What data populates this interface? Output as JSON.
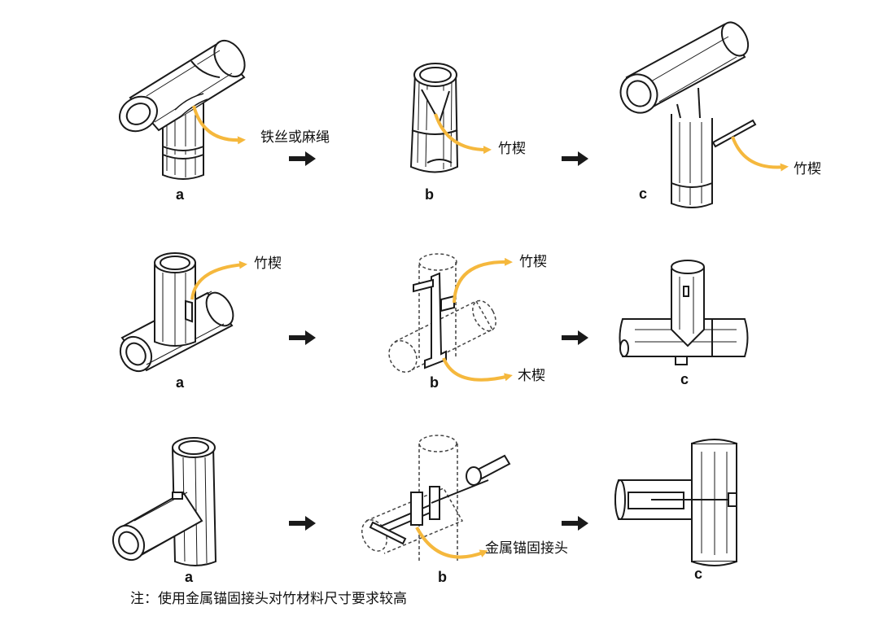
{
  "colors": {
    "line": "#1a1a1a",
    "accent": "#f5b83d",
    "arrow": "#1a1a1a",
    "dashed": "#444444"
  },
  "rows": [
    {
      "steps": [
        {
          "letter": "a",
          "callout": "铁丝或麻绳"
        },
        {
          "letter": "b",
          "callout": "竹楔"
        },
        {
          "letter": "c",
          "callout": "竹楔"
        }
      ]
    },
    {
      "steps": [
        {
          "letter": "a",
          "callout": "竹楔"
        },
        {
          "letter": "b",
          "callout": "竹楔",
          "callout2": "木楔"
        },
        {
          "letter": "c",
          "callout": ""
        }
      ]
    },
    {
      "steps": [
        {
          "letter": "a",
          "callout": ""
        },
        {
          "letter": "b",
          "callout": "金属锚固接头"
        },
        {
          "letter": "c",
          "callout": ""
        }
      ]
    }
  ],
  "note": "注：使用金属锚固接头对竹材料尺寸要求较高"
}
